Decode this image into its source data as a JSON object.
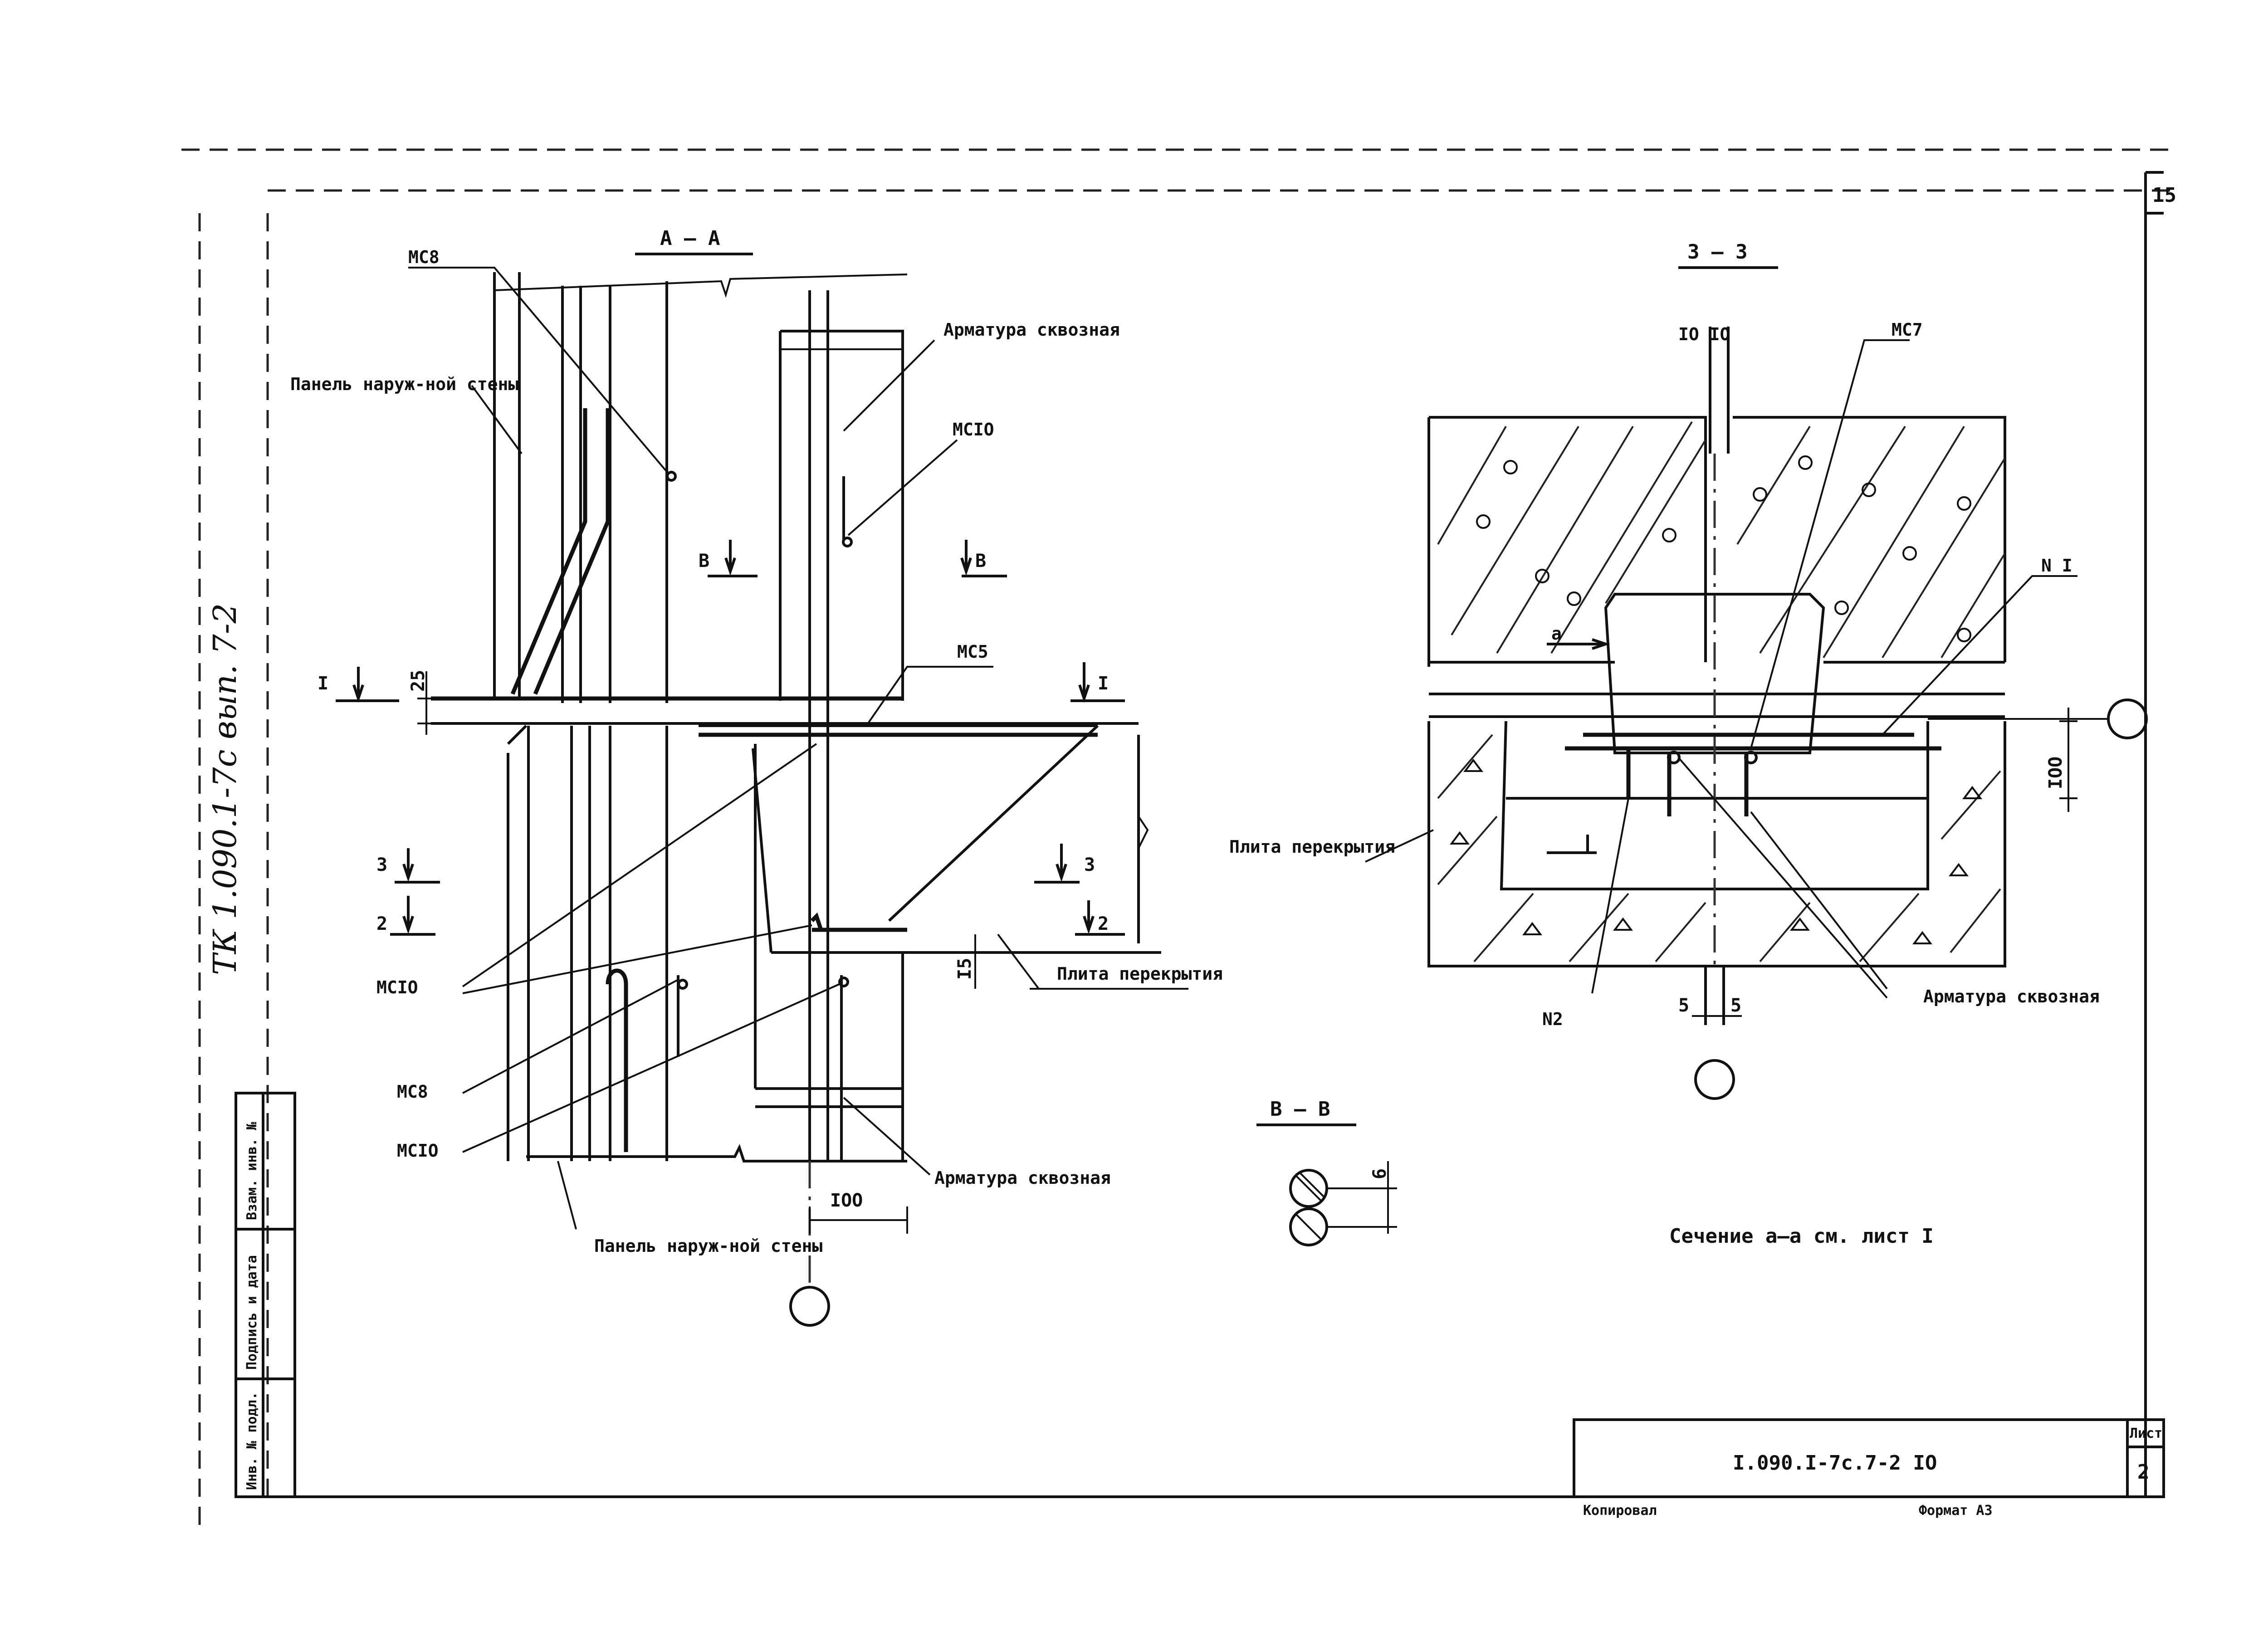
{
  "sheet": {
    "page_number": "15",
    "side_inscription": "ТК 1.090.1-7с вып. 7-2",
    "designation": "I.090.I-7с.7-2 IO",
    "sheet_label": "Лист",
    "sheet_number": "2",
    "copied_label": "Копировал",
    "format_label": "Формат А3",
    "stamp_cells": [
      "Взам. инв. №",
      "Подпись и дата",
      "Инв. № подл."
    ]
  },
  "section_aa": {
    "title": "А – А",
    "labels": {
      "mc8_top": "МС8",
      "panel_top": "Панель наруж-ной стены",
      "rebar_top": "Арматура сквозная",
      "mc10_top": "МСIO",
      "mc5": "МС5",
      "mc10_left": "МСIO",
      "mc8_bottom": "МС8",
      "mc10_bottom": "МСIO",
      "slab": "Плита перекрытия",
      "rebar_bottom": "Арматура сквозная",
      "panel_bottom": "Панель наруж-ной стены"
    },
    "cut_marks": {
      "v_left": "В",
      "v_right": "В",
      "one_left": "I",
      "one_right": "I",
      "three_left": "3",
      "three_right": "3",
      "two_left": "2",
      "two_right": "2"
    },
    "dimensions": {
      "d25": "25",
      "d15": "I5",
      "d100": "IOO"
    }
  },
  "section_33": {
    "title": "З – З",
    "labels": {
      "gap_top": "IO  IO",
      "mc7": "МС7",
      "n1": "N I",
      "slab": "Плита перекрытия",
      "n2": "N2",
      "rebar": "Арматура сквозная",
      "gap_bottom_left": "5",
      "gap_bottom_right": "5",
      "section_a": "а"
    },
    "dimensions": {
      "d100": "IOO"
    }
  },
  "section_vv": {
    "title": "В – В",
    "dimension": "6"
  },
  "note": "Сечение а–а см. лист I"
}
